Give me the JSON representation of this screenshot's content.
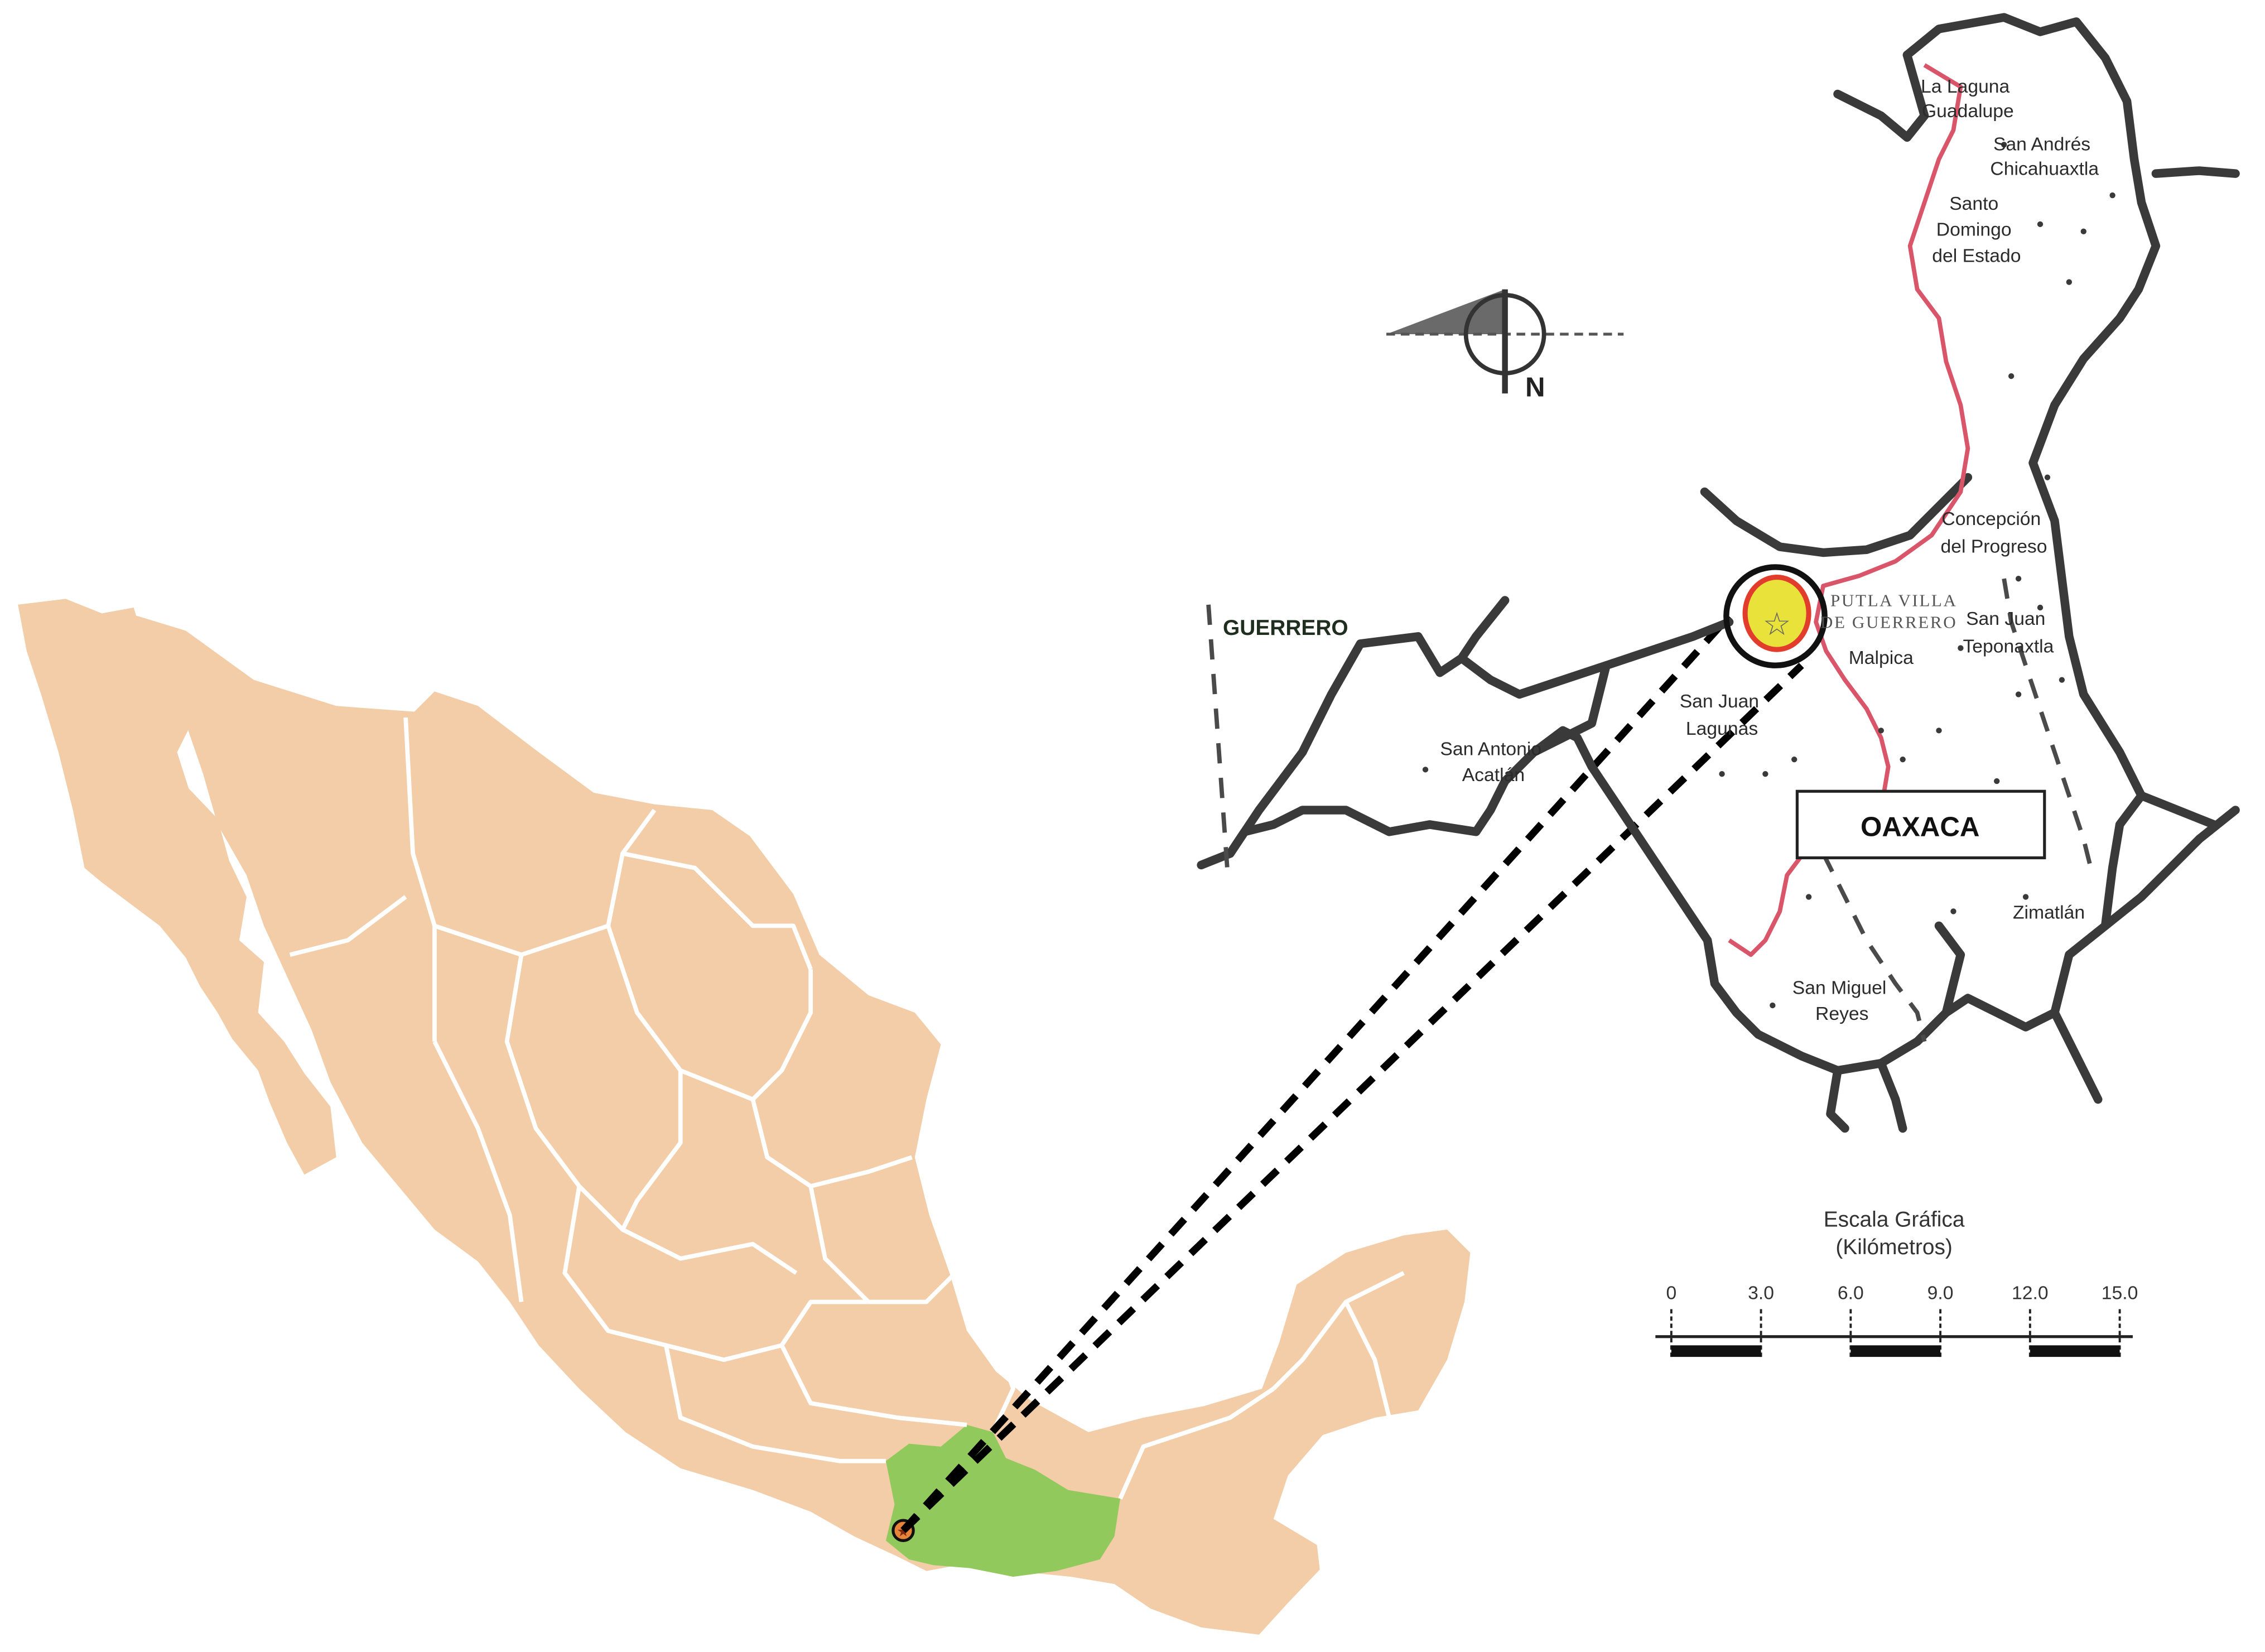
{
  "colors": {
    "land": "#f2cda7",
    "highlight_state": "#92c95c",
    "highlight_area": "#e8e23a",
    "highlight_ring": "#e23c2d",
    "boundary": "#3a3a3a",
    "municipal_line": "#d9556a"
  },
  "icons": {
    "north_arrow": "north-arrow-icon",
    "site_marker": "star-icon",
    "location_marker": "circle-marker-icon"
  },
  "compass": {
    "label": "N"
  },
  "labels": {
    "state_left": "GUERRERO",
    "state_main": "OAXACA",
    "site_line1": "PUTLA VILLA",
    "site_line2": "DE GUERRERO"
  },
  "places": [
    {
      "key": "la-laguna",
      "lines": [
        "La Laguna",
        "Guadalupe"
      ]
    },
    {
      "key": "san-andres",
      "lines": [
        "San Andrés",
        "Chicahuaxtla"
      ]
    },
    {
      "key": "santo-domingo",
      "lines": [
        "Santo",
        "Domingo",
        "del Estado"
      ]
    },
    {
      "key": "concepcion",
      "lines": [
        "Concepción",
        "del Progreso"
      ]
    },
    {
      "key": "san-juan-teponaxtla",
      "lines": [
        "San Juan",
        "Teponaxtla"
      ]
    },
    {
      "key": "malpica",
      "lines": [
        "Malpica"
      ]
    },
    {
      "key": "san-juan-lagunas",
      "lines": [
        "San Juan",
        "Lagunas"
      ]
    },
    {
      "key": "san-antonio",
      "lines": [
        "San Antonio",
        "Acatlán"
      ]
    },
    {
      "key": "zimatlan",
      "lines": [
        "Zimatlán"
      ]
    },
    {
      "key": "san-miguel",
      "lines": [
        "San Miguel",
        "Reyes"
      ]
    }
  ],
  "scale": {
    "title": "Escala Gráfica",
    "unit": "(Kilómetros)",
    "ticks": [
      "0",
      "3.0",
      "6.0",
      "9.0",
      "12.0",
      "15.0"
    ]
  }
}
